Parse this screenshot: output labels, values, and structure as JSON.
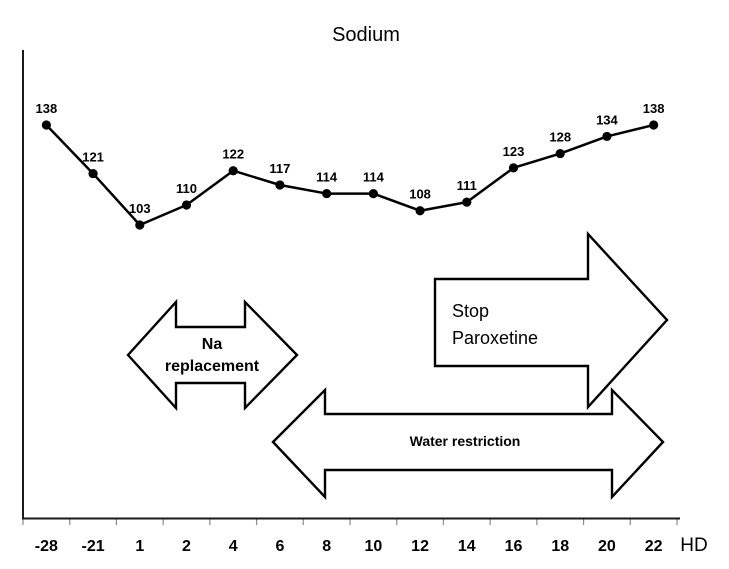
{
  "colors": {
    "foreground": "#000000",
    "background": "#ffffff"
  },
  "chart_data": {
    "type": "line",
    "title": "Sodium",
    "x_axis_unit_label": "HD",
    "categories": [
      "-28",
      "-21",
      "1",
      "2",
      "4",
      "6",
      "8",
      "10",
      "12",
      "14",
      "16",
      "18",
      "20",
      "22"
    ],
    "series": [
      {
        "name": "Sodium",
        "values": [
          138,
          121,
          103,
          110,
          122,
          117,
          114,
          114,
          108,
          111,
          123,
          128,
          134,
          138
        ]
      }
    ],
    "point_labels_shown": true,
    "xlabel": "HD",
    "ylabel": "",
    "y_axis_tick_labels_shown": false,
    "grid": false,
    "legend": "none",
    "marker": "filled-circle",
    "annotations": [
      {
        "name": "na-replacement",
        "shape": "double-headed-arrow",
        "label_lines": [
          "Na",
          "replacement"
        ],
        "approx_day_span": "1 to 6"
      },
      {
        "name": "stop-paroxetine",
        "shape": "right-arrow",
        "label_lines": [
          "Stop",
          "Paroxetine"
        ],
        "approx_day_span": "13 onward"
      },
      {
        "name": "water-restriction",
        "shape": "double-headed-arrow",
        "label_lines": [
          "Water restriction"
        ],
        "approx_day_span": "6 to 22"
      }
    ]
  }
}
